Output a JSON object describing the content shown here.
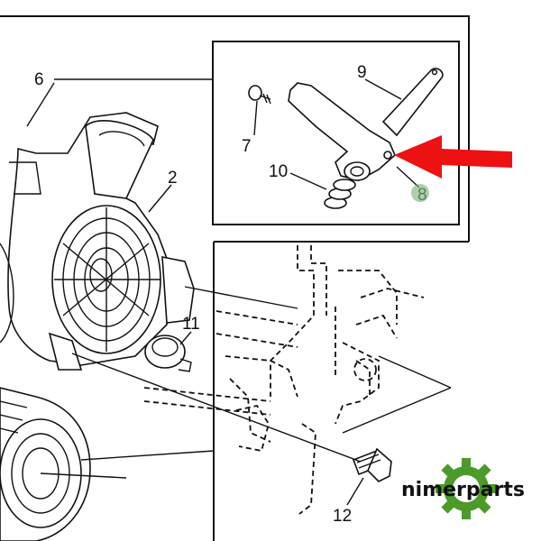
{
  "diagram": {
    "callouts": {
      "c2": "2",
      "c6": "6",
      "c7": "7",
      "c8": "8",
      "c9": "9",
      "c10": "10",
      "c11": "11",
      "c12": "12"
    },
    "highlight": {
      "arrow_color": "#ee1111",
      "marker_color": "#7fb77f"
    }
  },
  "logo": {
    "name": "nimerparts",
    "gear_color": "#4c9a2a"
  }
}
